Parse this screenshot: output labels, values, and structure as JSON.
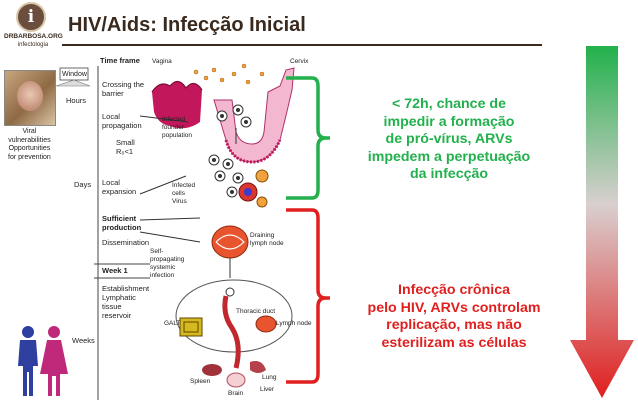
{
  "header": {
    "logo_letter": "i",
    "logo_name": "DRBARBOSA.ORG",
    "logo_sub": "infectologia",
    "title": "HIV/Aids: Infecção Inicial"
  },
  "figure": {
    "timeline": {
      "frame_label": "Time frame",
      "window_label": "Window",
      "hours": "Hours",
      "days": "Days",
      "week1": "Week 1",
      "weeks": "Weeks",
      "stages": {
        "crossing": "Crossing the\nbarrier",
        "local_prop": "Local\npropagation",
        "small_r0": "Small\nR₀<1",
        "local_exp": "Local\nexpansion",
        "sufficient": "Sufficient\nproduction",
        "dissemination": "Dissemination",
        "establishment": "Establishment\nLymphatic\ntissue\nreservoir"
      }
    },
    "photo_caption": "Viral\nvulnerabilities\nOpportunities\nfor prevention",
    "labels": {
      "vagina": "Vagina",
      "cervix": "Cervix",
      "infected_founder": "Infected\nfounder\npopulation",
      "infected_cells": "Infected\ncells\nVirus",
      "draining": "Draining\nlymph node",
      "self_prop": "Self-\npropagating\nsystemic\ninfection",
      "galt": "GALT",
      "thoracic": "Thoracic duct",
      "lymph": "Lymph node",
      "spleen": "Spleen",
      "brain": "Brain",
      "lung": "Lung",
      "liver": "Liver"
    }
  },
  "callouts": {
    "green": [
      "< 72h, chance de",
      "impedir a formação",
      "de pró-vírus, ARVs",
      "impedem a perpetuação",
      "da infecção"
    ],
    "red": [
      "Infecção crônica",
      "pelo HIV, ARVs controlam",
      "replicação, mas não",
      "esterilizam as células"
    ]
  },
  "colors": {
    "green": "#22b14c",
    "red": "#e01f1f",
    "title": "#3a2a1e",
    "tissue": "#c2185b",
    "lymph_node": "#e8542e"
  },
  "icons": [
    "info-logo-icon",
    "people-icon",
    "gradient-down-arrow-icon"
  ]
}
